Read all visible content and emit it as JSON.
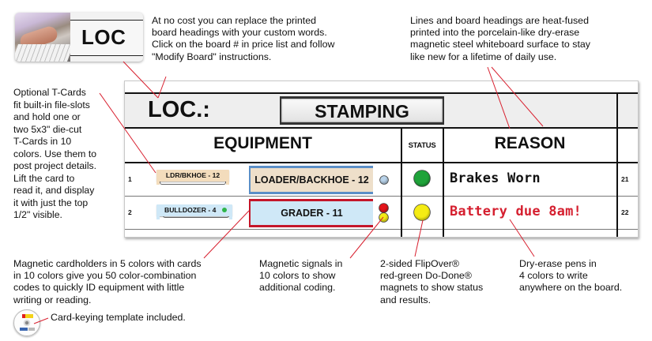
{
  "thumbnail": {
    "label": "LOC"
  },
  "callouts": {
    "headings": "At no cost  you can replace the printed\nboard headings with your custom words.\nClick on the board # in price list and follow\n\"Modify Board\" instructions.",
    "lines": "Lines and board headings are heat-fused\nprinted into the porcelain-like dry-erase\nmagnetic steel whiteboard surface to stay\nlike new for a lifetime of daily use.",
    "tcards": "Optional T-Cards\nfit built-in file-slots\nand hold one or\ntwo 5x3\" die-cut\nT-Cards in 10\ncolors. Use them to\npost project details.\nLift the card to\nread it, and display\nit with just the top\n1/2\" visible.",
    "cardholders": "Magnetic cardholders in 5 colors with cards\nin 10 colors give you 50 color-combination\ncodes to quickly ID equipment with little\nwriting or reading.",
    "template": "Card-keying template included.",
    "signals": "Magnetic signals in\n10 colors to show\nadditional coding.",
    "flipover": "2-sided FlipOver®\nred-green Do-Done®\nmagnets to show status\nand results.",
    "pens": "Dry-erase pens in\n4 colors to write\nanywhere on the board."
  },
  "board": {
    "loc_label": "LOC.:",
    "department": "STAMPING",
    "columns": {
      "equipment": "EQUIPMENT",
      "status": "STATUS",
      "reason": "REASON"
    },
    "rows": [
      {
        "number": "1",
        "tcard": "LDR/BKHOE - 12",
        "tcard_color": "#f3dcbc",
        "holder": "LOADER/BACKHOE - 12",
        "holder_card_color": "#eedfca",
        "holder_frame_color": "#5b8fc7",
        "signals": [
          "#b9d3ea"
        ],
        "status_color": "#1fa33a",
        "reason": "Brakes Worn",
        "reason_color": "#111111",
        "side_number": "21"
      },
      {
        "number": "2",
        "tcard": "BULLDOZER - 4",
        "tcard_color": "#cfe8f7",
        "tcard_signal": "#2fb54a",
        "holder": "GRADER - 11",
        "holder_card_color": "#cfe8f7",
        "holder_frame_color": "#c4162a",
        "signals": [
          "#e3141b",
          "#f3ea15"
        ],
        "status_color": "#f5ec14",
        "reason": "Battery due 8am!",
        "reason_color": "#d51f2f",
        "side_number": "22"
      }
    ]
  },
  "colors": {
    "leader_line": "#d8202f",
    "rule": "#111111",
    "header_band": "#eeeeee"
  }
}
